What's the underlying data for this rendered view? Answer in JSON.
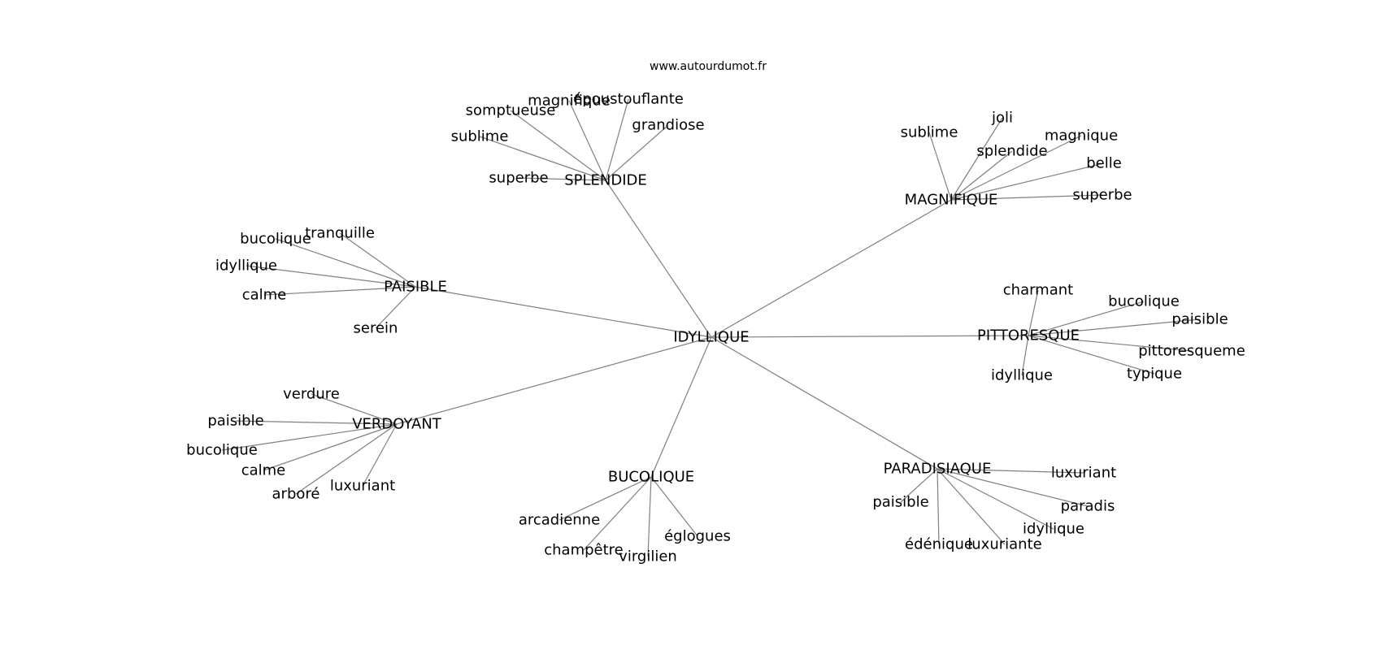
{
  "site": "www.autourdumot.fr",
  "graph": {
    "root": "IDYLLIQUE",
    "colors": {
      "edge": "#808080",
      "text": "#000000",
      "background": "#ffffff"
    },
    "clusters": [
      {
        "hub": "SPLENDIDE",
        "words": [
          "magnifique",
          "époustouflante",
          "somptueuse",
          "grandiose",
          "sublime",
          "superbe"
        ]
      },
      {
        "hub": "MAGNIFIQUE",
        "words": [
          "joli",
          "sublime",
          "magnique",
          "splendide",
          "belle",
          "superbe"
        ]
      },
      {
        "hub": "PAISIBLE",
        "words": [
          "tranquille",
          "bucolique",
          "idyllique",
          "calme",
          "serein"
        ]
      },
      {
        "hub": "PITTORESQUE",
        "words": [
          "charmant",
          "bucolique",
          "paisible",
          "pittoresqueme",
          "typique",
          "idyllique"
        ]
      },
      {
        "hub": "VERDOYANT",
        "words": [
          "verdure",
          "paisible",
          "bucolique",
          "calme",
          "luxuriant",
          "arboré"
        ]
      },
      {
        "hub": "BUCOLIQUE",
        "words": [
          "arcadienne",
          "églogues",
          "champêtre",
          "virgilien"
        ]
      },
      {
        "hub": "PARADISIAQUE",
        "words": [
          "luxuriant",
          "paisible",
          "paradis",
          "idyllique",
          "édénique",
          "luxuriante"
        ]
      }
    ]
  }
}
